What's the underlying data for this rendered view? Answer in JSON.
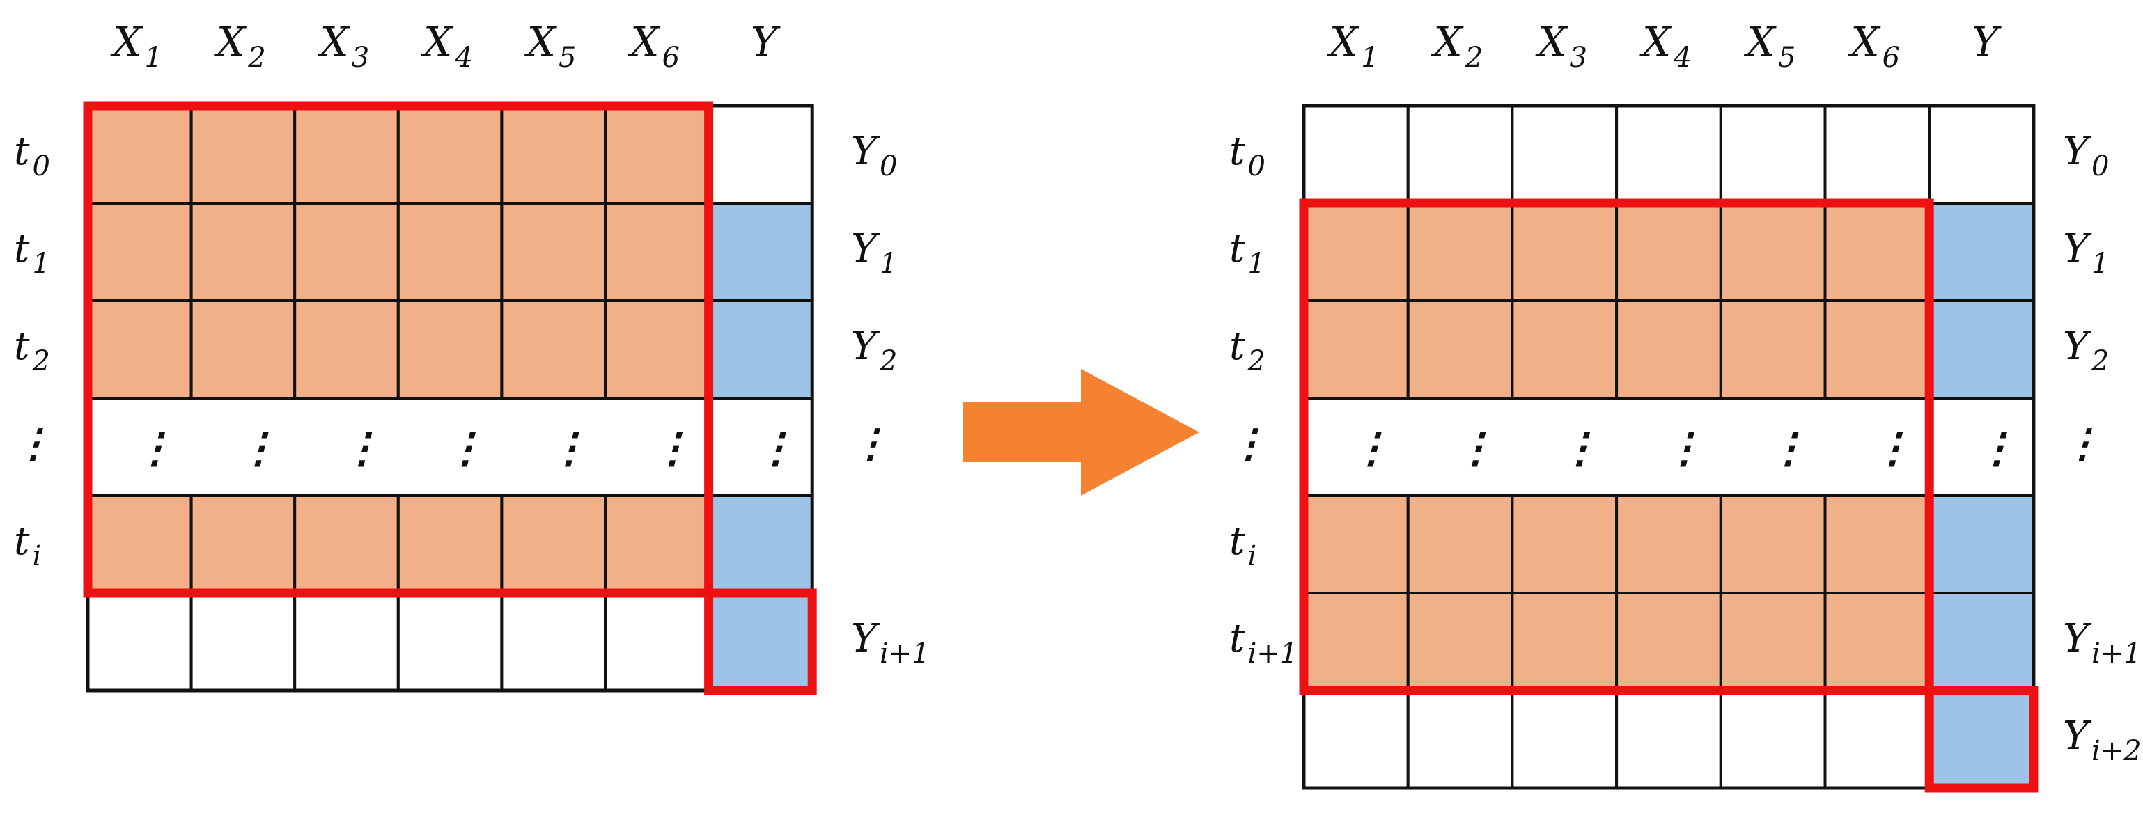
{
  "colors": {
    "feature_fill": "#f2b088",
    "target_fill": "#9dc3e6",
    "window_outline": "#ee1111",
    "grid_line": "#111111",
    "arrow": "#f58231"
  },
  "arrow_icon": "right-arrow-icon",
  "panels": [
    {
      "name": "before",
      "columns": [
        {
          "base": "X",
          "sub": "1"
        },
        {
          "base": "X",
          "sub": "2"
        },
        {
          "base": "X",
          "sub": "3"
        },
        {
          "base": "X",
          "sub": "4"
        },
        {
          "base": "X",
          "sub": "5"
        },
        {
          "base": "X",
          "sub": "6"
        },
        {
          "base": "Y",
          "sub": ""
        }
      ],
      "rows": [
        {
          "t": {
            "base": "t",
            "sub": "0"
          },
          "y": {
            "base": "Y",
            "sub": "0"
          },
          "kind": "data",
          "x_filled": true,
          "y_filled": false
        },
        {
          "t": {
            "base": "t",
            "sub": "1"
          },
          "y": {
            "base": "Y",
            "sub": "1"
          },
          "kind": "data",
          "x_filled": true,
          "y_filled": true
        },
        {
          "t": {
            "base": "t",
            "sub": "2"
          },
          "y": {
            "base": "Y",
            "sub": "2"
          },
          "kind": "data",
          "x_filled": true,
          "y_filled": true
        },
        {
          "t": {
            "base": "⋮",
            "sub": ""
          },
          "y": {
            "base": "⋮",
            "sub": ""
          },
          "kind": "ellipsis"
        },
        {
          "t": {
            "base": "t",
            "sub": "i"
          },
          "y": {
            "base": "",
            "sub": ""
          },
          "kind": "data",
          "x_filled": true,
          "y_filled": true
        },
        {
          "t": {
            "base": "",
            "sub": ""
          },
          "y": {
            "base": "Y",
            "sub": "i+1"
          },
          "kind": "data",
          "x_filled": false,
          "y_filled": true
        }
      ],
      "window_rows": [
        0,
        4
      ],
      "target_row": 5
    },
    {
      "name": "after",
      "columns": [
        {
          "base": "X",
          "sub": "1"
        },
        {
          "base": "X",
          "sub": "2"
        },
        {
          "base": "X",
          "sub": "3"
        },
        {
          "base": "X",
          "sub": "4"
        },
        {
          "base": "X",
          "sub": "5"
        },
        {
          "base": "X",
          "sub": "6"
        },
        {
          "base": "Y",
          "sub": ""
        }
      ],
      "rows": [
        {
          "t": {
            "base": "t",
            "sub": "0"
          },
          "y": {
            "base": "Y",
            "sub": "0"
          },
          "kind": "data",
          "x_filled": false,
          "y_filled": false
        },
        {
          "t": {
            "base": "t",
            "sub": "1"
          },
          "y": {
            "base": "Y",
            "sub": "1"
          },
          "kind": "data",
          "x_filled": true,
          "y_filled": true
        },
        {
          "t": {
            "base": "t",
            "sub": "2"
          },
          "y": {
            "base": "Y",
            "sub": "2"
          },
          "kind": "data",
          "x_filled": true,
          "y_filled": true
        },
        {
          "t": {
            "base": "⋮",
            "sub": ""
          },
          "y": {
            "base": "⋮",
            "sub": ""
          },
          "kind": "ellipsis"
        },
        {
          "t": {
            "base": "t",
            "sub": "i"
          },
          "y": {
            "base": "",
            "sub": ""
          },
          "kind": "data",
          "x_filled": true,
          "y_filled": true
        },
        {
          "t": {
            "base": "t",
            "sub": "i+1"
          },
          "y": {
            "base": "Y",
            "sub": "i+1"
          },
          "kind": "data",
          "x_filled": true,
          "y_filled": true
        },
        {
          "t": {
            "base": "",
            "sub": ""
          },
          "y": {
            "base": "Y",
            "sub": "i+2"
          },
          "kind": "data",
          "x_filled": false,
          "y_filled": true
        }
      ],
      "window_rows": [
        1,
        5
      ],
      "target_row": 6
    }
  ]
}
